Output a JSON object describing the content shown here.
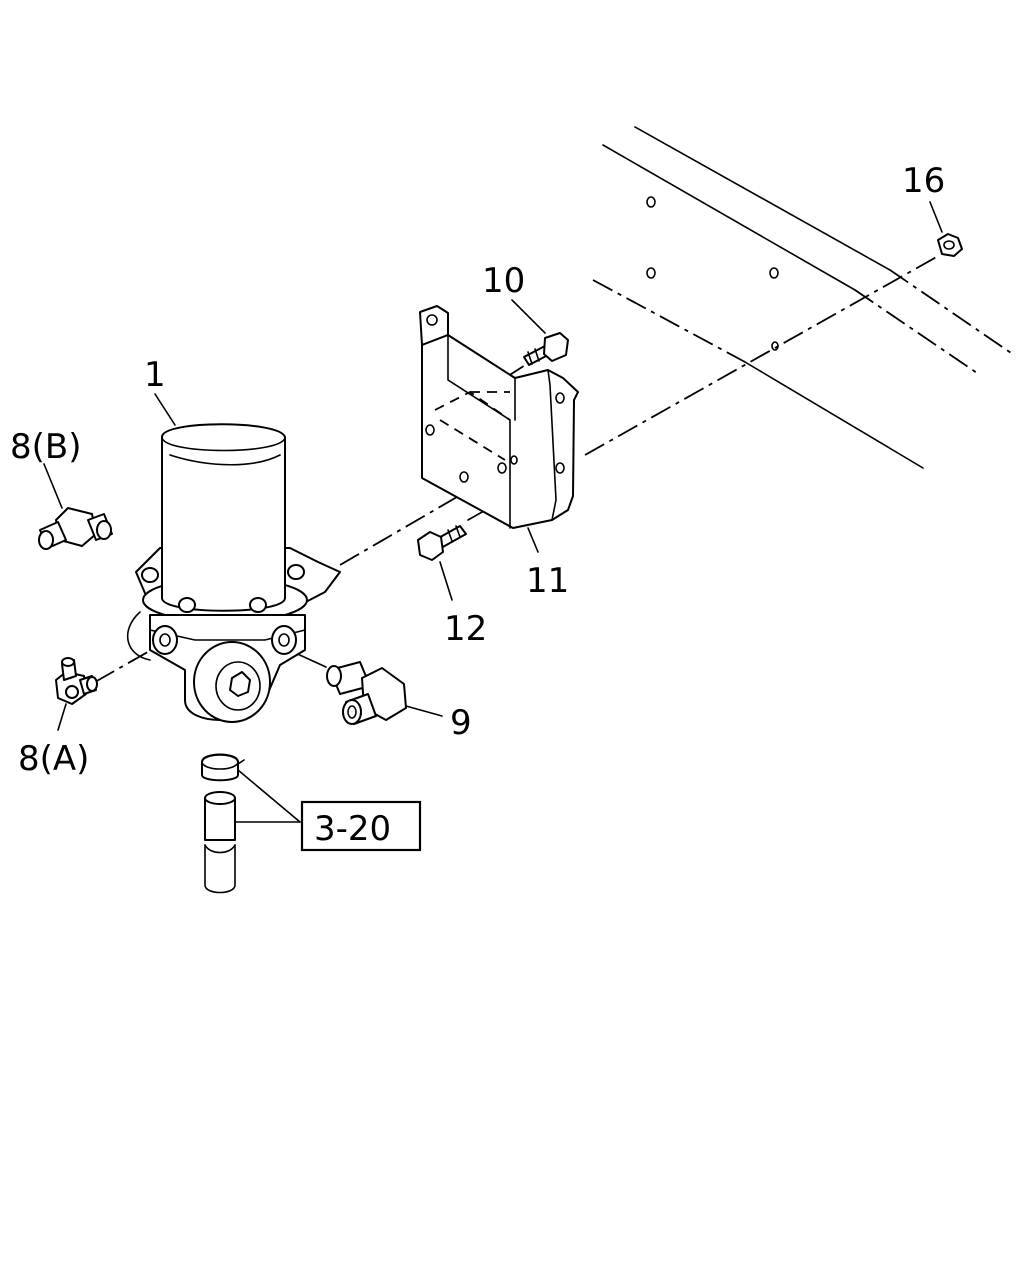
{
  "diagram": {
    "labels": {
      "part_1": "1",
      "part_8b": "8(B)",
      "part_8a": "8(A)",
      "part_9": "9",
      "part_10": "10",
      "part_11": "11",
      "part_12": "12",
      "part_16": "16",
      "ref_box": "3-20"
    }
  }
}
